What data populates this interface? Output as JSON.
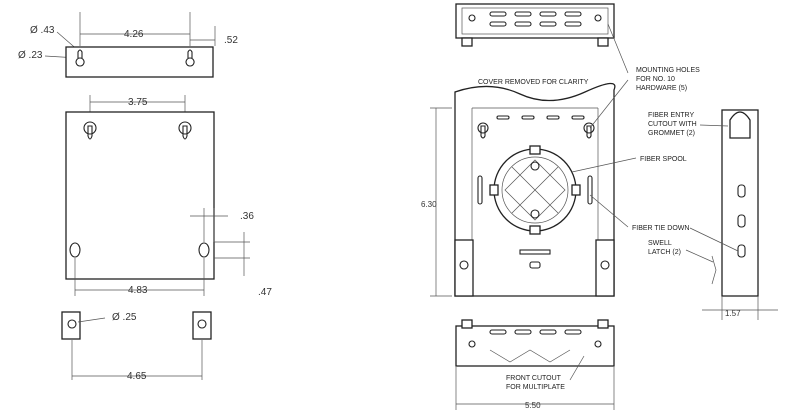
{
  "dimensions": {
    "hole_dia_top": "Ø .43",
    "slot_dia_top": "Ø .23",
    "hole_spacing_top": "4.26",
    "edge_offset_top": ".52",
    "hole_spacing_back": "3.75",
    "hole_offset_x": ".36",
    "hole_offset_y": ".47",
    "width_back": "4.83",
    "hole_dia_bottom": "Ø .25",
    "hole_spacing_bottom": "4.65",
    "height_front": "6.30",
    "width_front": "5.50",
    "depth_side": "1.57"
  },
  "callouts": {
    "cover_removed": "COVER REMOVED FOR CLARITY",
    "mounting_holes": [
      "MOUNTING HOLES",
      "FOR NO. 10",
      "HARDWARE (5)"
    ],
    "fiber_entry": [
      "FIBER ENTRY",
      "CUTOUT WITH",
      "GROMMET (2)"
    ],
    "fiber_spool": "FIBER SPOOL",
    "fiber_tie_down": "FIBER TIE DOWN",
    "swell_latch": [
      "SWELL",
      "LATCH (2)"
    ],
    "front_cutout": [
      "FRONT CUTOUT",
      "FOR MULTIPLATE"
    ]
  }
}
